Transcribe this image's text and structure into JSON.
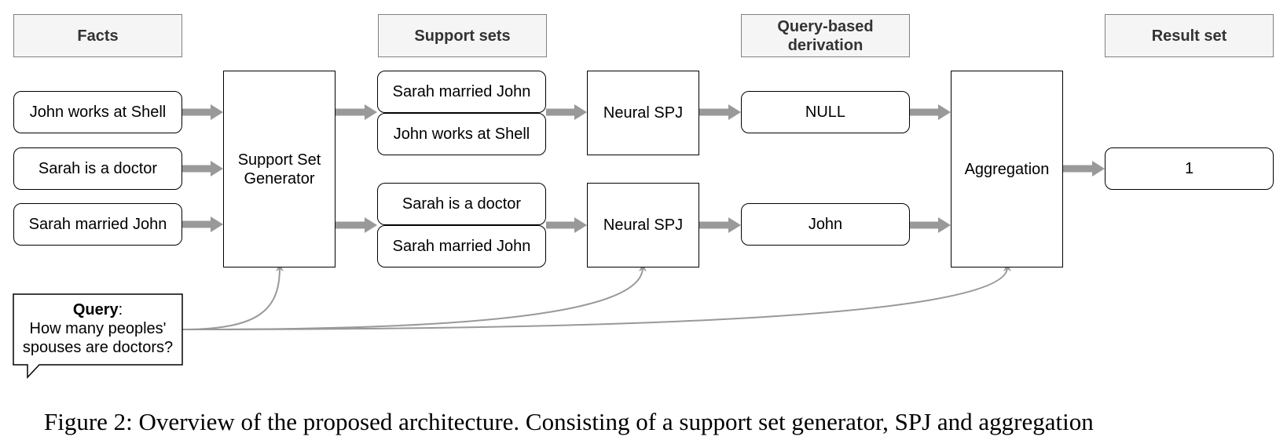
{
  "headers": {
    "facts": "Facts",
    "support_sets": "Support sets",
    "query_based_derivation_line1": "Query-based",
    "query_based_derivation_line2": "derivation",
    "result_set": "Result set"
  },
  "facts": [
    "John works at Shell",
    "Sarah is a doctor",
    "Sarah married John"
  ],
  "support_set_generator": {
    "line1": "Support Set",
    "line2": "Generator"
  },
  "support_sets": [
    [
      "Sarah married John",
      "John works at Shell"
    ],
    [
      "Sarah is a doctor",
      "Sarah married John"
    ]
  ],
  "neural_spj": [
    "Neural SPJ",
    "Neural SPJ"
  ],
  "derivations": [
    "NULL",
    "John"
  ],
  "aggregation": "Aggregation",
  "result": "1",
  "query": {
    "label": "Query",
    "colon": ":",
    "line1": "How many peoples'",
    "line2": "spouses are doctors?"
  },
  "caption": "Figure 2: Overview of the proposed architecture. Consisting of a support set generator, SPJ and aggregation",
  "colors": {
    "arrow_fill": "#999999",
    "header_fill": "#f5f5f5",
    "header_border": "#808080",
    "curve": "#999999"
  }
}
